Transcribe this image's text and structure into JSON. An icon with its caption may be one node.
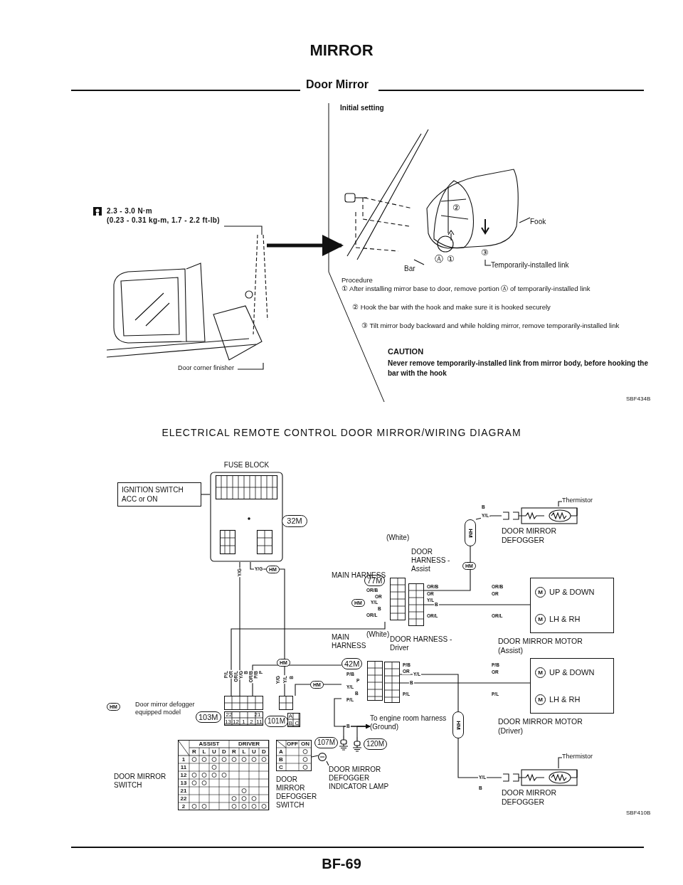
{
  "diagram": {
    "title": "MIRROR",
    "nodes": [
      {
        "text": [
          "2.3 - 3.0 N·m",
          "(0.23 - 0.31 kg-m, 1.7 - 2.2 ft-lb)"
        ]
      },
      {
        "text": [],
        "shape": "picture"
      },
      {
        "text": [
          "Door corner finisher"
        ]
      },
      {
        "text": [],
        "shape": "picture"
      },
      {
        "text": [
          "Fook"
        ]
      },
      {
        "text": [
          "Bar"
        ]
      },
      {
        "text": [
          "Temporarily-installed link"
        ]
      },
      {
        "text": [
          "IGNITION SWITCH ACC or ON"
        ]
      },
      {
        "text": [
          "FUSE BLOCK"
        ]
      },
      {
        "text": [
          "77M"
        ]
      },
      {
        "text": [],
        "shape": "box"
      },
      {
        "text": [
          "HM"
        ]
      },
      {
        "text": [
          "DOOR MIRROR DEFOGGER"
        ]
      },
      {
        "text": [
          "Thermistor"
        ]
      },
      {
        "text": [
          "M",
          "UP & DOWN",
          "M",
          "LH & RH"
        ],
        "beside": [
          "DOOR MIRROR MOTOR",
          "(Assist)"
        ]
      },
      {
        "text": [
          "42M"
        ]
      },
      {
        "text": [],
        "shape": "box"
      },
      {
        "text": [
          "M",
          "UP & DOWN",
          "M",
          "LH & RH"
        ],
        "beside": [
          "DOOR MIRROR MOTOR",
          "(Driver)"
        ]
      },
      {
        "text": [
          "103M"
        ]
      },
      {
        "text": [
          "101M"
        ]
      },
      {
        "text": [
          "To engine room harness (Ground)"
        ]
      },
      {
        "text": [
          "HM"
        ]
      },
      {
        "text": [
          "107M"
        ]
      },
      {
        "text": [
          "120M"
        ]
      },
      {
        "text": [],
        "shape": "box",
        "beside": [
          "DOOR MIRROR SWITCH"
        ]
      },
      {
        "text": [],
        "shape": "box",
        "beside": [
          "DOOR MIRROR DEFOGGER SWITCH"
        ]
      },
      {
        "text": [],
        "shape": "circle"
      },
      {
        "text": [
          "DOOR MIRROR DEFOGGER INDICATOR LAMP"
        ]
      },
      {
        "text": [
          "DOOR MIRROR DEFOGGER"
        ]
      },
      {
        "text": [
          "Thermistor"
        ]
      },
      {
        "text": [
          "32M"
        ]
      }
    ],
    "edges": [
      {
        "from": 0,
        "to": 1,
        "arrow": "none"
      },
      {
        "from": 2,
        "to": 1,
        "arrow": "none"
      },
      {
        "from": 1,
        "to": 3,
        "arrow": "to",
        "style": "thick"
      },
      {
        "from": 4,
        "to": 3,
        "arrow": "none"
      },
      {
        "from": 5,
        "to": 3,
        "arrow": "none"
      },
      {
        "from": 6,
        "to": 3,
        "arrow": "none"
      },
      {
        "from": 7,
        "to": 8,
        "arrow": "none"
      },
      {
        "from": 8,
        "to": 18,
        "arrow": "none"
      },
      {
        "from": 8,
        "to": 19,
        "arrow": "none"
      },
      {
        "from": 18,
        "to": 9,
        "arrow": "none"
      },
      {
        "from": 18,
        "to": 15,
        "arrow": "none"
      },
      {
        "from": 10,
        "to": 14,
        "arrow": "none"
      },
      {
        "from": 10,
        "to": 11,
        "arrow": "none"
      },
      {
        "from": 11,
        "to": 12,
        "arrow": "none"
      },
      {
        "from": 13,
        "to": 12,
        "arrow": "none"
      },
      {
        "from": 16,
        "to": 17,
        "arrow": "none"
      },
      {
        "from": 16,
        "to": 21,
        "arrow": "none"
      },
      {
        "from": 21,
        "to": 28,
        "arrow": "none"
      },
      {
        "from": 29,
        "to": 28,
        "arrow": "none"
      },
      {
        "from": 15,
        "to": 20,
        "arrow": "to"
      },
      {
        "from": 22,
        "to": 20,
        "arrow": "to"
      },
      {
        "from": 23,
        "to": 20,
        "arrow": "to"
      },
      {
        "from": 27,
        "to": 26,
        "arrow": "none"
      },
      {
        "from": 25,
        "to": 26,
        "arrow": "none"
      },
      {
        "from": 19,
        "to": 15,
        "arrow": "none"
      }
    ],
    "labels": [
      "Door Mirror",
      "Initial setting",
      "②",
      "Ⓐ",
      "①",
      "③",
      "Procedure",
      "① After installing mirror base to door, remove portion Ⓐ of temporarily-installed link",
      "② Hook the bar with the hook and make sure it is hooked securely",
      "③ Tilt mirror body backward and while holding mirror, remove temporarily-installed link",
      "CAUTION",
      "Never remove temporarily-installed link from mirror body, before hooking the bar with the hook",
      "SBF434B",
      "ELECTRICAL REMOTE CONTROL DOOR MIRROR/WIRING DIAGRAM",
      "(White)",
      "MAIN HARNESS",
      "DOOR HARNESS -Assist",
      "Y/G",
      "Y/G",
      "HM",
      "OR/B",
      "OR",
      "HM",
      "Y/L",
      "B",
      "OR/L",
      "OR/B",
      "OR",
      "Y/L",
      "B",
      "OR/L",
      "HM",
      "OR/B",
      "OR",
      "OR/L",
      "B",
      "Y/L",
      "MAIN HARNESS",
      "(White)",
      "DOOR HARNESS -Driver",
      "P/B",
      "P",
      "HM",
      "Y/L",
      "B",
      "P/L",
      "P/B",
      "OR",
      "Y/L",
      "B",
      "P/L",
      "P/B",
      "OR",
      "P/L",
      "HM",
      "P/L",
      "OR",
      "OR/L",
      "Y/G",
      "B",
      "OR/B",
      "P/B",
      "P",
      "22",
      "21",
      "13",
      "12",
      "1",
      "2",
      "11",
      "Y/G",
      "Y/L",
      "B",
      "A",
      "B",
      "C",
      "B",
      "HM",
      "Door mirror defogger equipped model",
      "ASSIST",
      "DRIVER",
      "R",
      "L",
      "U",
      "D",
      "R",
      "L",
      "U",
      "D",
      "1",
      "11",
      "12",
      "13",
      "21",
      "22",
      "2",
      "OFF",
      "ON",
      "A",
      "B",
      "C",
      "Y/L",
      "B",
      "SBF410B",
      "BF-69"
    ]
  }
}
